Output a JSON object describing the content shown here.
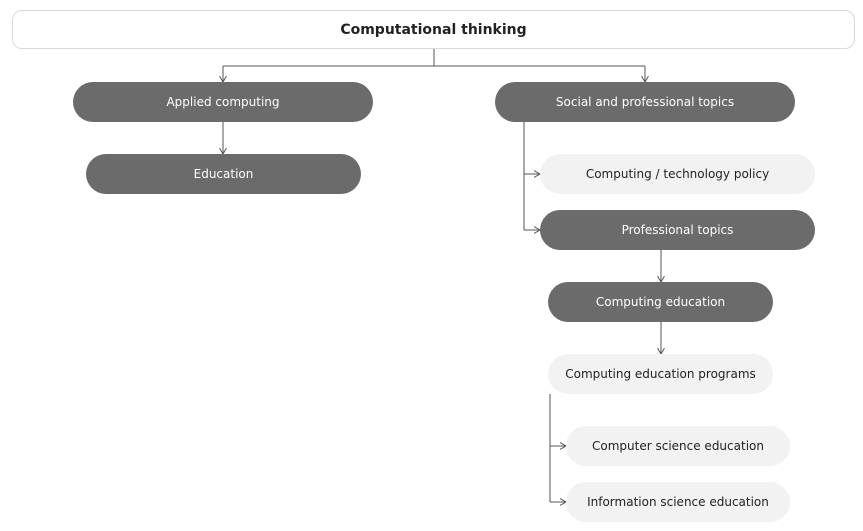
{
  "diagram": {
    "root": "Computational thinking",
    "nodes": {
      "applied": "Applied computing",
      "education": "Education",
      "social": "Social and professional topics",
      "policy": "Computing / technology policy",
      "professional": "Professional topics",
      "computing_education": "Computing education",
      "programs": "Computing education programs",
      "cs_education": "Computer science education",
      "is_education": "Information science education"
    },
    "colors": {
      "dark_node": "#6b6b6b",
      "light_node": "#f2f2f2",
      "connector": "#555555"
    }
  }
}
